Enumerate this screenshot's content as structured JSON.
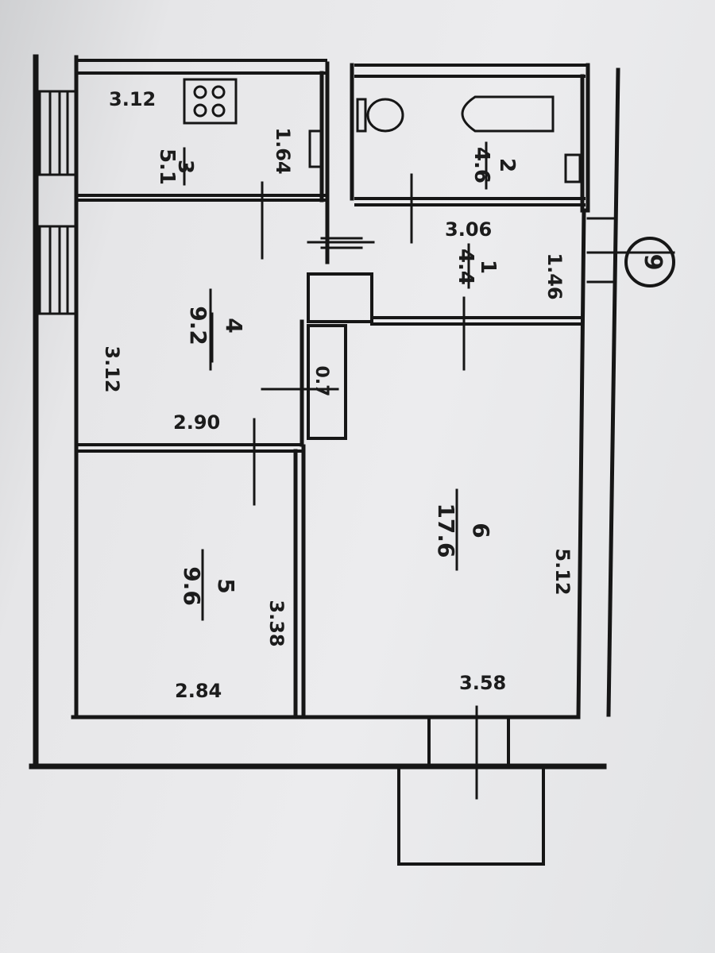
{
  "plan": {
    "axis_label": "9",
    "rooms": [
      {
        "id": "kitchen",
        "number": "3",
        "area": "5.1"
      },
      {
        "id": "bathroom",
        "number": "2",
        "area": "4.6"
      },
      {
        "id": "hall",
        "number": "1",
        "area": "4.4"
      },
      {
        "id": "room4",
        "number": "4",
        "area": "9.2"
      },
      {
        "id": "room5",
        "number": "5",
        "area": "9.6"
      },
      {
        "id": "room6",
        "number": "6",
        "area": "17.6"
      }
    ],
    "dimensions": {
      "kitchen_w": "3.12",
      "kitchen_d": "1.64",
      "hall_w": "3.06",
      "hall_d": "1.46",
      "room4_w": "3.12",
      "room4_d": "2.90",
      "closet": "0.7",
      "room5_w": "3.38",
      "room5_d": "2.84",
      "room6_w": "5.12",
      "room6_d": "3.58"
    }
  }
}
